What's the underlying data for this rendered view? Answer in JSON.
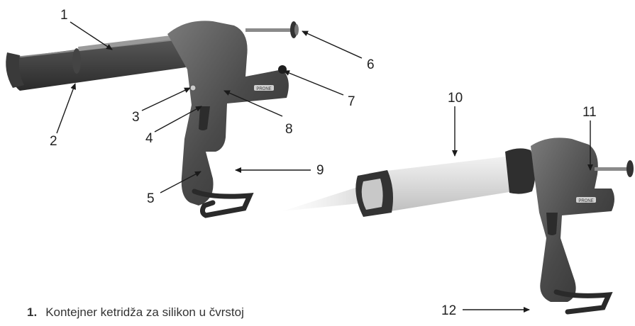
{
  "callouts": [
    "1",
    "2",
    "3",
    "4",
    "5",
    "6",
    "7",
    "8",
    "9",
    "10",
    "11",
    "12"
  ],
  "brand_mark": "PRONE",
  "legend": [
    {
      "number": "1.",
      "text": "Kontejner ketridža za silikon u čvrstoj"
    }
  ]
}
